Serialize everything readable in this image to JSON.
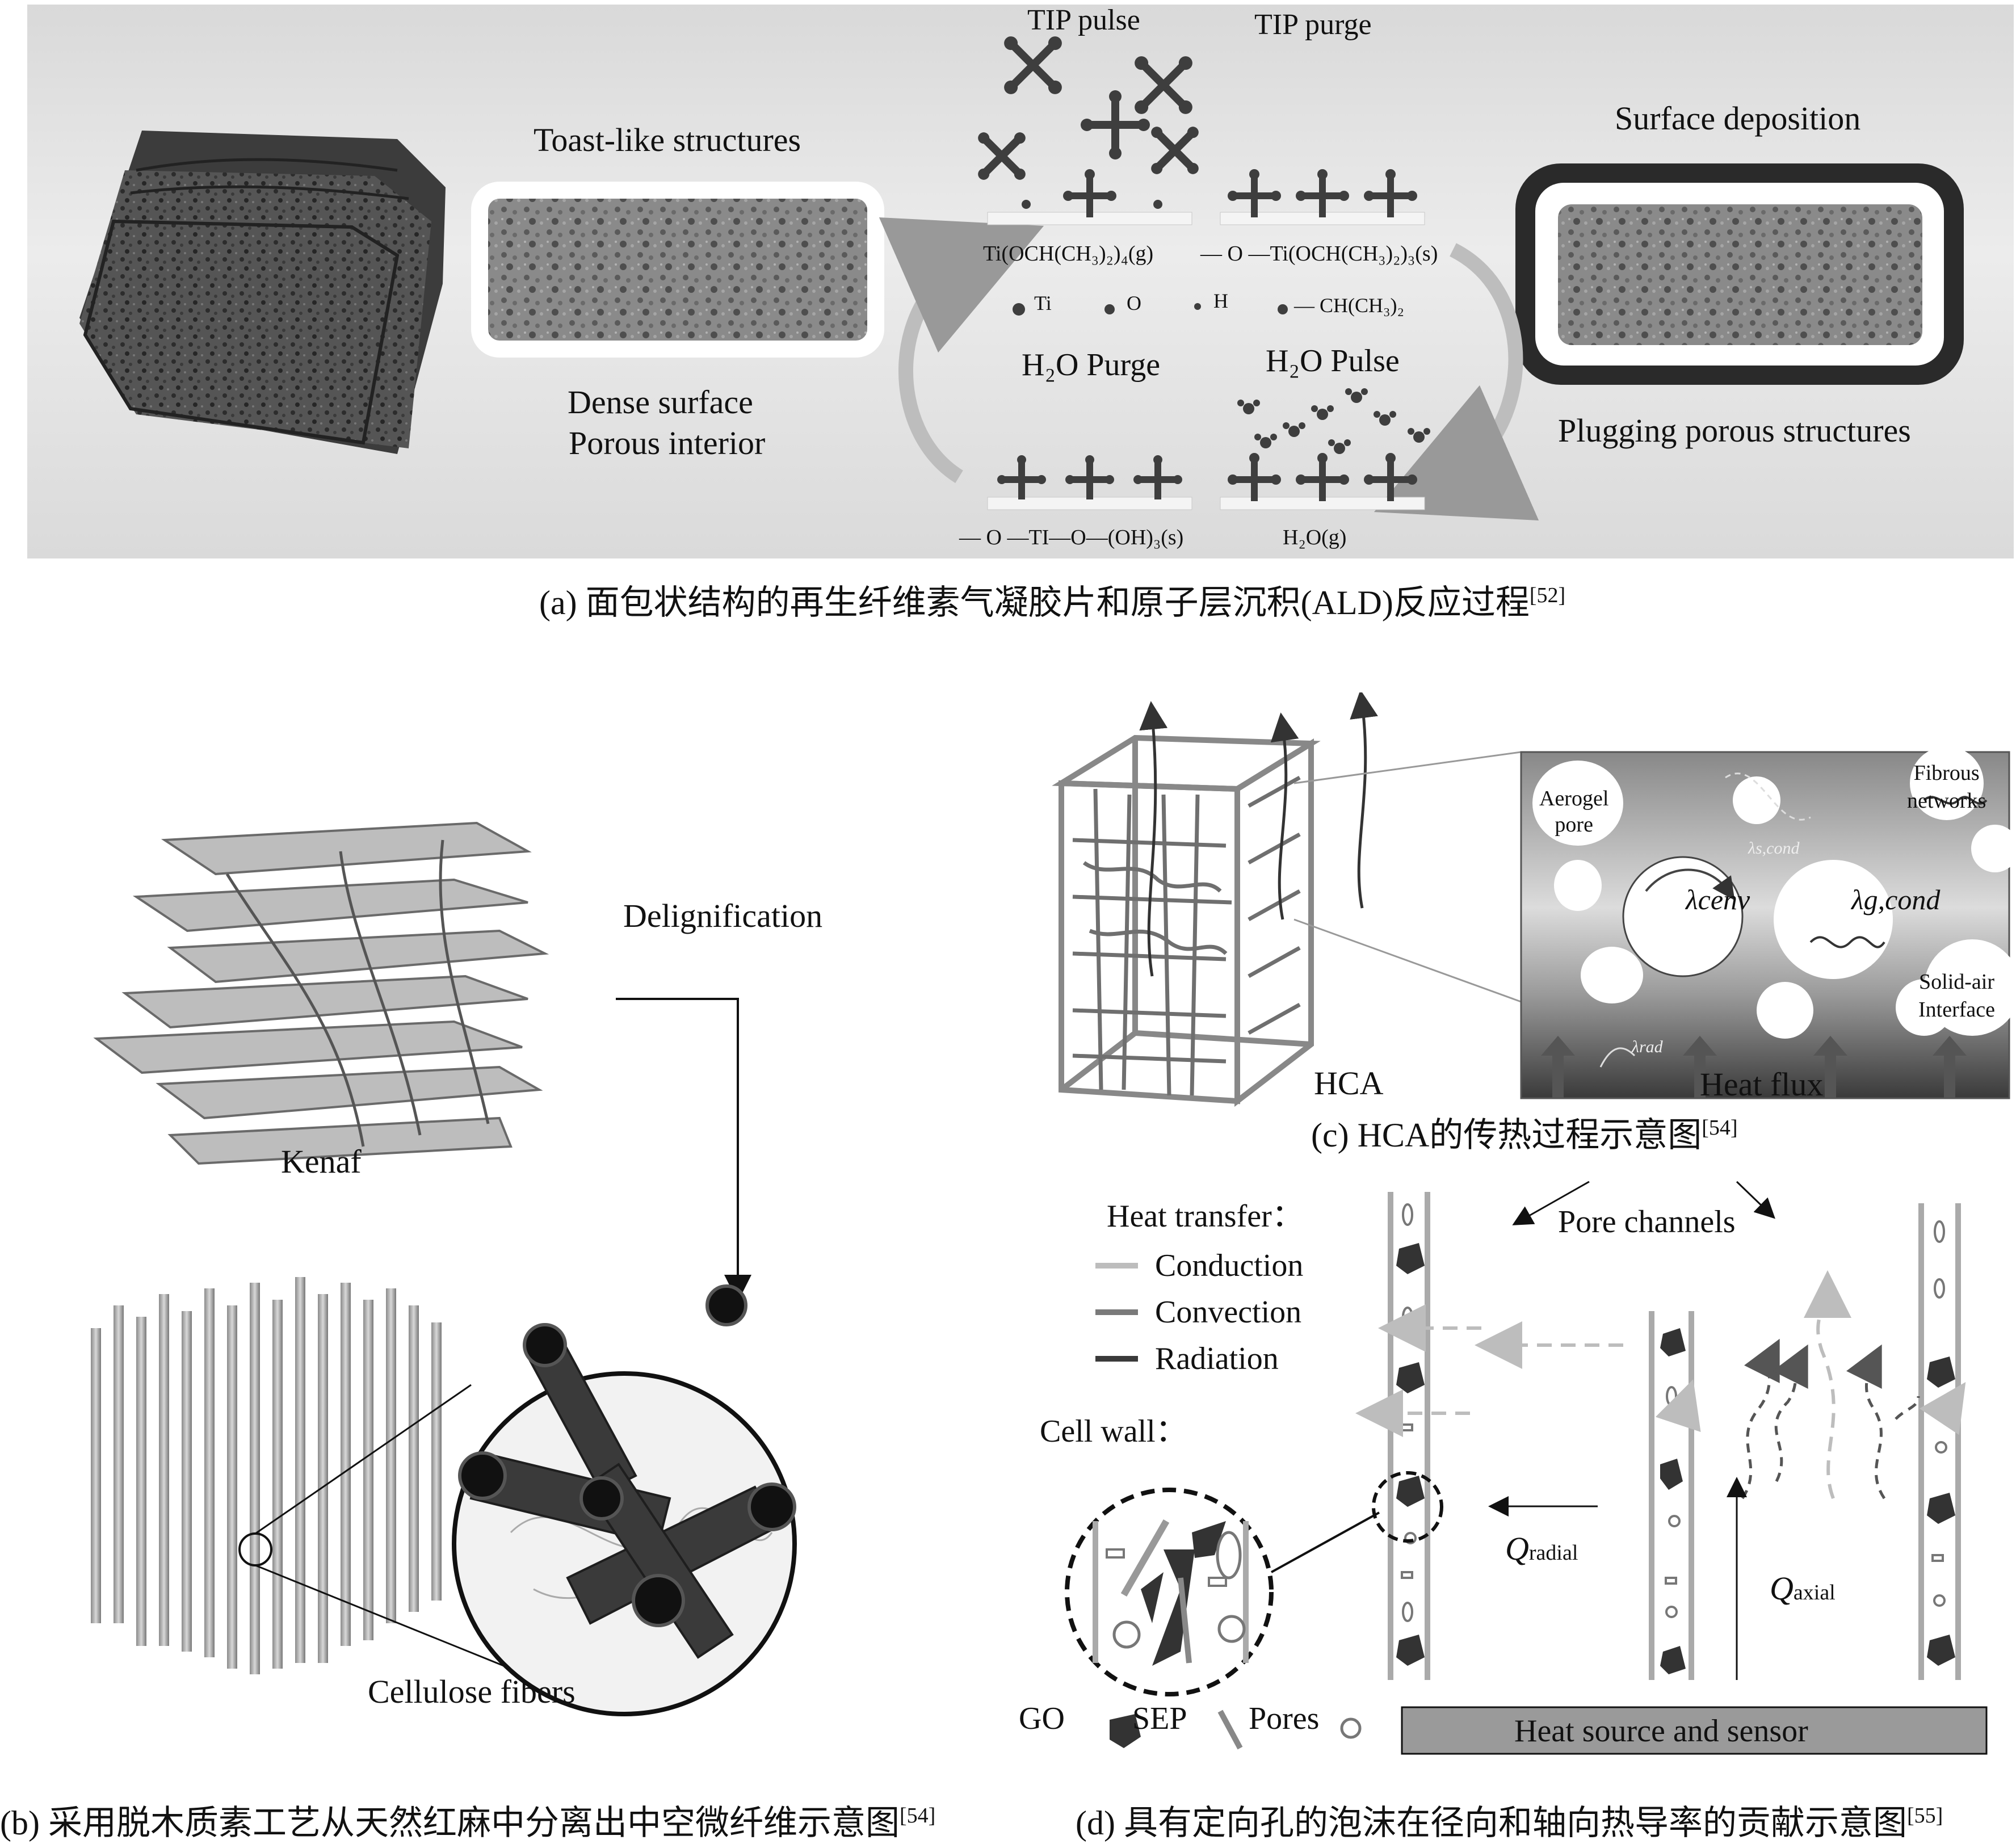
{
  "panel_a": {
    "tip_pulse": "TIP pulse",
    "tip_purge": "TIP purge",
    "toast_like": "Toast-like structures",
    "dense_surface": "Dense surface",
    "porous_interior": "Porous interior",
    "surface_deposition": "Surface deposition",
    "plugging": "Plugging porous structures",
    "h2o_purge": "H₂O Purge",
    "h2o_pulse": "H₂O Pulse",
    "eq_tl": "Ti(OCH(CH₃)₂)₄(g)",
    "eq_tr": "— O —Ti(OCH(CH₃)₂)₃(s)",
    "eq_bl": "— O —TI—O—(OH)₃(s)",
    "eq_br": "H₂O(g)",
    "legend_ti": "Ti",
    "legend_o": "O",
    "legend_h": "H",
    "legend_ch": "— CH(CH₃)₂",
    "caption": "(a) 面包状结构的再生纤维素气凝胶片和原子层沉积(ALD)反应过程",
    "caption_ref": "[52]"
  },
  "panel_b": {
    "delignification": "Delignification",
    "kenaf": "Kenaf",
    "cellulose": "Cellulose fibers",
    "caption": "(b) 采用脱木质素工艺从天然红麻中分离出中空微纤维示意图",
    "caption_ref": "[54]"
  },
  "panel_c": {
    "aerogel_pore": "Aerogel\npore",
    "fibrous": "Fibrous\nnetworks",
    "lambda_cenv": "λcenv",
    "lambda_gcond": "λg,cond",
    "lambda_scond": "λs,cond",
    "lambda_rad": "λrad",
    "solid_air": "Solid-air\nInterface",
    "hca": "HCA",
    "heat_flux": "Heat flux",
    "caption": "(c) HCA的传热过程示意图",
    "caption_ref": "[54]"
  },
  "panel_d": {
    "heat_transfer": "Heat transfer：",
    "conduction": "Conduction",
    "convection": "Convection",
    "radiation": "Radiation",
    "cell_wall": "Cell wall：",
    "pore_channels": "Pore channels",
    "q_radial": "Q",
    "q_radial_sub": "radial",
    "q_axial": "Q",
    "q_axial_sub": "axial",
    "go": "GO",
    "sep": "SEP",
    "pores": "Pores",
    "heat_source": "Heat source and sensor",
    "caption": "(d) 具有定向孔的泡沫在径向和轴向热导率的贡献示意图",
    "caption_ref": "[55]"
  },
  "colors": {
    "panel_a_bg": "#e6e6e6",
    "conduction": "#bdbdbd",
    "convection": "#7a7a7a",
    "radiation": "#3a3a3a",
    "heat_source_fill": "#9a9a9a"
  }
}
